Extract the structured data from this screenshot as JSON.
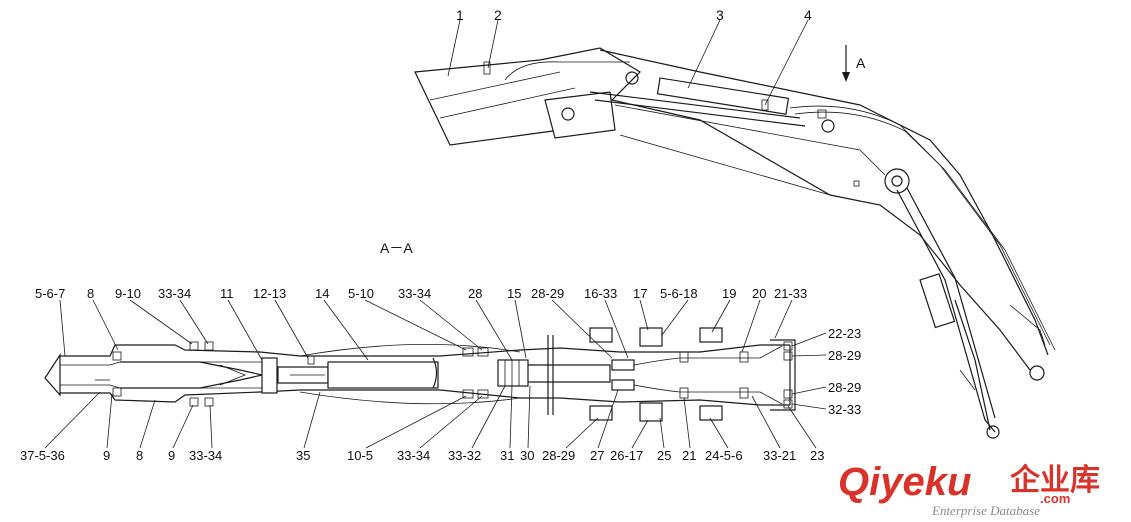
{
  "view": {
    "section_label": "A－A",
    "arrow_label": "A"
  },
  "callouts_top": [
    "1",
    "2",
    "3",
    "4"
  ],
  "callouts_section_top": [
    "5-6-7",
    "8",
    "9-10",
    "33-34",
    "11",
    "12-13",
    "14",
    "5-10",
    "33-34",
    "28",
    "15",
    "28-29",
    "16-33",
    "17",
    "5-6-18",
    "19",
    "20",
    "21-33"
  ],
  "callouts_section_right": [
    "22-23",
    "28-29",
    "28-29",
    "32-33"
  ],
  "callouts_section_bottom": [
    "37-5-36",
    "9",
    "8",
    "9",
    "33-34",
    "35",
    "10-5",
    "33-34",
    "33-32",
    "31",
    "30",
    "28-29",
    "27",
    "26-17",
    "25",
    "21",
    "24-5-6",
    "33-21",
    "23"
  ],
  "watermark": {
    "brand": "Qiyeku",
    "cn": "企业库",
    "domain": ".com",
    "subtitle": "Enterprise Database"
  }
}
